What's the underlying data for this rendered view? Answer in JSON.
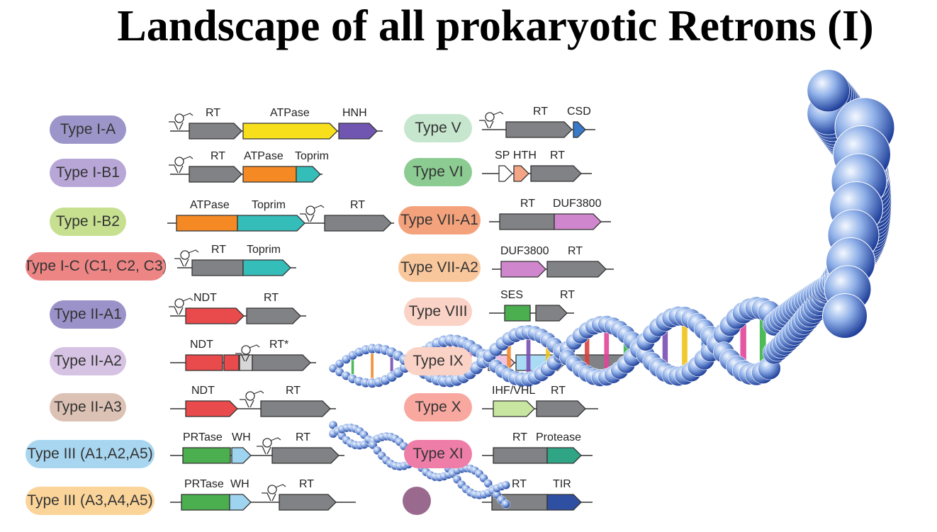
{
  "title": "Landscape of all prokaryotic Retrons (I)",
  "colors": {
    "RT": "#808285",
    "ATPase": "#f7e01b",
    "HNH": "#7056b0",
    "Toprim": "#35bdb9",
    "ATPase_orange": "#f58a24",
    "NDT": "#e94a4b",
    "grey_light": "#d7d7d7",
    "PRTase": "#4bae4f",
    "WH": "#9fd4f0",
    "CSD": "#3a78c8",
    "SP": "#ffffff",
    "HTH": "#f4a585",
    "DUF3800": "#cf86cc",
    "SES": "#4bae4f",
    "pink": "#f2c2e0",
    "lightblue": "#a9dcf4",
    "IHF_VHL": "#c8e6a0",
    "Protease": "#2fa586",
    "TIR": "#2f4fa3"
  },
  "left_systems": [
    {
      "label": "Type I-A",
      "pill": "#9b95c9",
      "genes": [
        {
          "label": "RT",
          "color": "#808285"
        },
        {
          "label": "ATPase",
          "color": "#f7e01b"
        },
        {
          "label": "HNH",
          "color": "#7056b0"
        }
      ]
    },
    {
      "label": "Type I-B1",
      "pill": "#b7a6d6",
      "genes": [
        {
          "label": "RT",
          "color": "#808285"
        },
        {
          "label": "ATPase",
          "color": "#f58a24"
        },
        {
          "label": "Toprim",
          "color": "#35bdb9"
        }
      ]
    },
    {
      "label": "Type I-B2",
      "pill": "#c6e08f",
      "genes": [
        {
          "label": "ATPase",
          "color": "#f58a24"
        },
        {
          "label": "Toprim",
          "color": "#35bdb9"
        },
        {
          "label": "RT",
          "color": "#808285"
        }
      ]
    },
    {
      "label": "Type I-C (C1, C2, C3)",
      "pill": "#ee8585",
      "genes": [
        {
          "label": "RT",
          "color": "#808285"
        },
        {
          "label": "Toprim",
          "color": "#35bdb9"
        }
      ]
    },
    {
      "label": "Type II-A1",
      "pill": "#9b92c9",
      "genes": [
        {
          "label": "NDT",
          "color": "#e94a4b"
        },
        {
          "label": "RT",
          "color": "#808285"
        }
      ]
    },
    {
      "label": "Type II-A2",
      "pill": "#d6c3e4",
      "genes": [
        {
          "label": "NDT",
          "color": "#e94a4b"
        },
        {
          "label": "RT*",
          "color": "#808285"
        }
      ]
    },
    {
      "label": "Type II-A3",
      "pill": "#dcc2b4",
      "genes": [
        {
          "label": "NDT",
          "color": "#e94a4b"
        },
        {
          "label": "RT",
          "color": "#808285"
        }
      ]
    },
    {
      "label": "Type III (A1,A2,A5)",
      "pill": "#a8d6f0",
      "genes": [
        {
          "label": "PRTase",
          "color": "#4bae4f"
        },
        {
          "label": "WH",
          "color": "#9fd4f0"
        },
        {
          "label": "RT",
          "color": "#808285"
        }
      ]
    },
    {
      "label": "Type III (A3,A4,A5)",
      "pill": "#fbd49a",
      "genes": [
        {
          "label": "PRTase",
          "color": "#4bae4f"
        },
        {
          "label": "WH",
          "color": "#9fd4f0"
        },
        {
          "label": "RT",
          "color": "#808285"
        }
      ]
    }
  ],
  "right_systems": [
    {
      "label": "Type V",
      "pill": "#c6e6cd",
      "genes": [
        {
          "label": "RT",
          "color": "#808285"
        },
        {
          "label": "CSD",
          "color": "#3a78c8"
        }
      ]
    },
    {
      "label": "Type VI",
      "pill": "#8ccc92",
      "genes": [
        {
          "label": "SP",
          "color": "#ffffff"
        },
        {
          "label": "HTH",
          "color": "#f4a585"
        },
        {
          "label": "RT",
          "color": "#808285"
        }
      ]
    },
    {
      "label": "Type VII-A1",
      "pill": "#f4a27c",
      "genes": [
        {
          "label": "RT",
          "color": "#808285"
        },
        {
          "label": "DUF3800",
          "color": "#cf86cc"
        }
      ]
    },
    {
      "label": "Type VII-A2",
      "pill": "#f9c79c",
      "genes": [
        {
          "label": "DUF3800",
          "color": "#cf86cc"
        },
        {
          "label": "RT",
          "color": "#808285"
        }
      ]
    },
    {
      "label": "Type VIII",
      "pill": "#fbd2c6",
      "genes": [
        {
          "label": "SES",
          "color": "#4bae4f"
        },
        {
          "label": "RT",
          "color": "#808285"
        }
      ]
    },
    {
      "label": "Type IX",
      "pill": "#fbd2c6",
      "genes": []
    },
    {
      "label": "Type X",
      "pill": "#f9a8a0",
      "genes": [
        {
          "label": "IHF/VHL",
          "color": "#c8e6a0"
        },
        {
          "label": "RT",
          "color": "#808285"
        }
      ]
    },
    {
      "label": "Type XI",
      "pill": "#ee7ea8",
      "genes": [
        {
          "label": "RT",
          "color": "#808285"
        },
        {
          "label": "Protease",
          "color": "#2fa586"
        }
      ]
    },
    {
      "label": "",
      "pill": "#9a6a8e",
      "genes": [
        {
          "label": "RT",
          "color": "#808285"
        },
        {
          "label": "TIR",
          "color": "#2f4fa3"
        }
      ]
    }
  ]
}
